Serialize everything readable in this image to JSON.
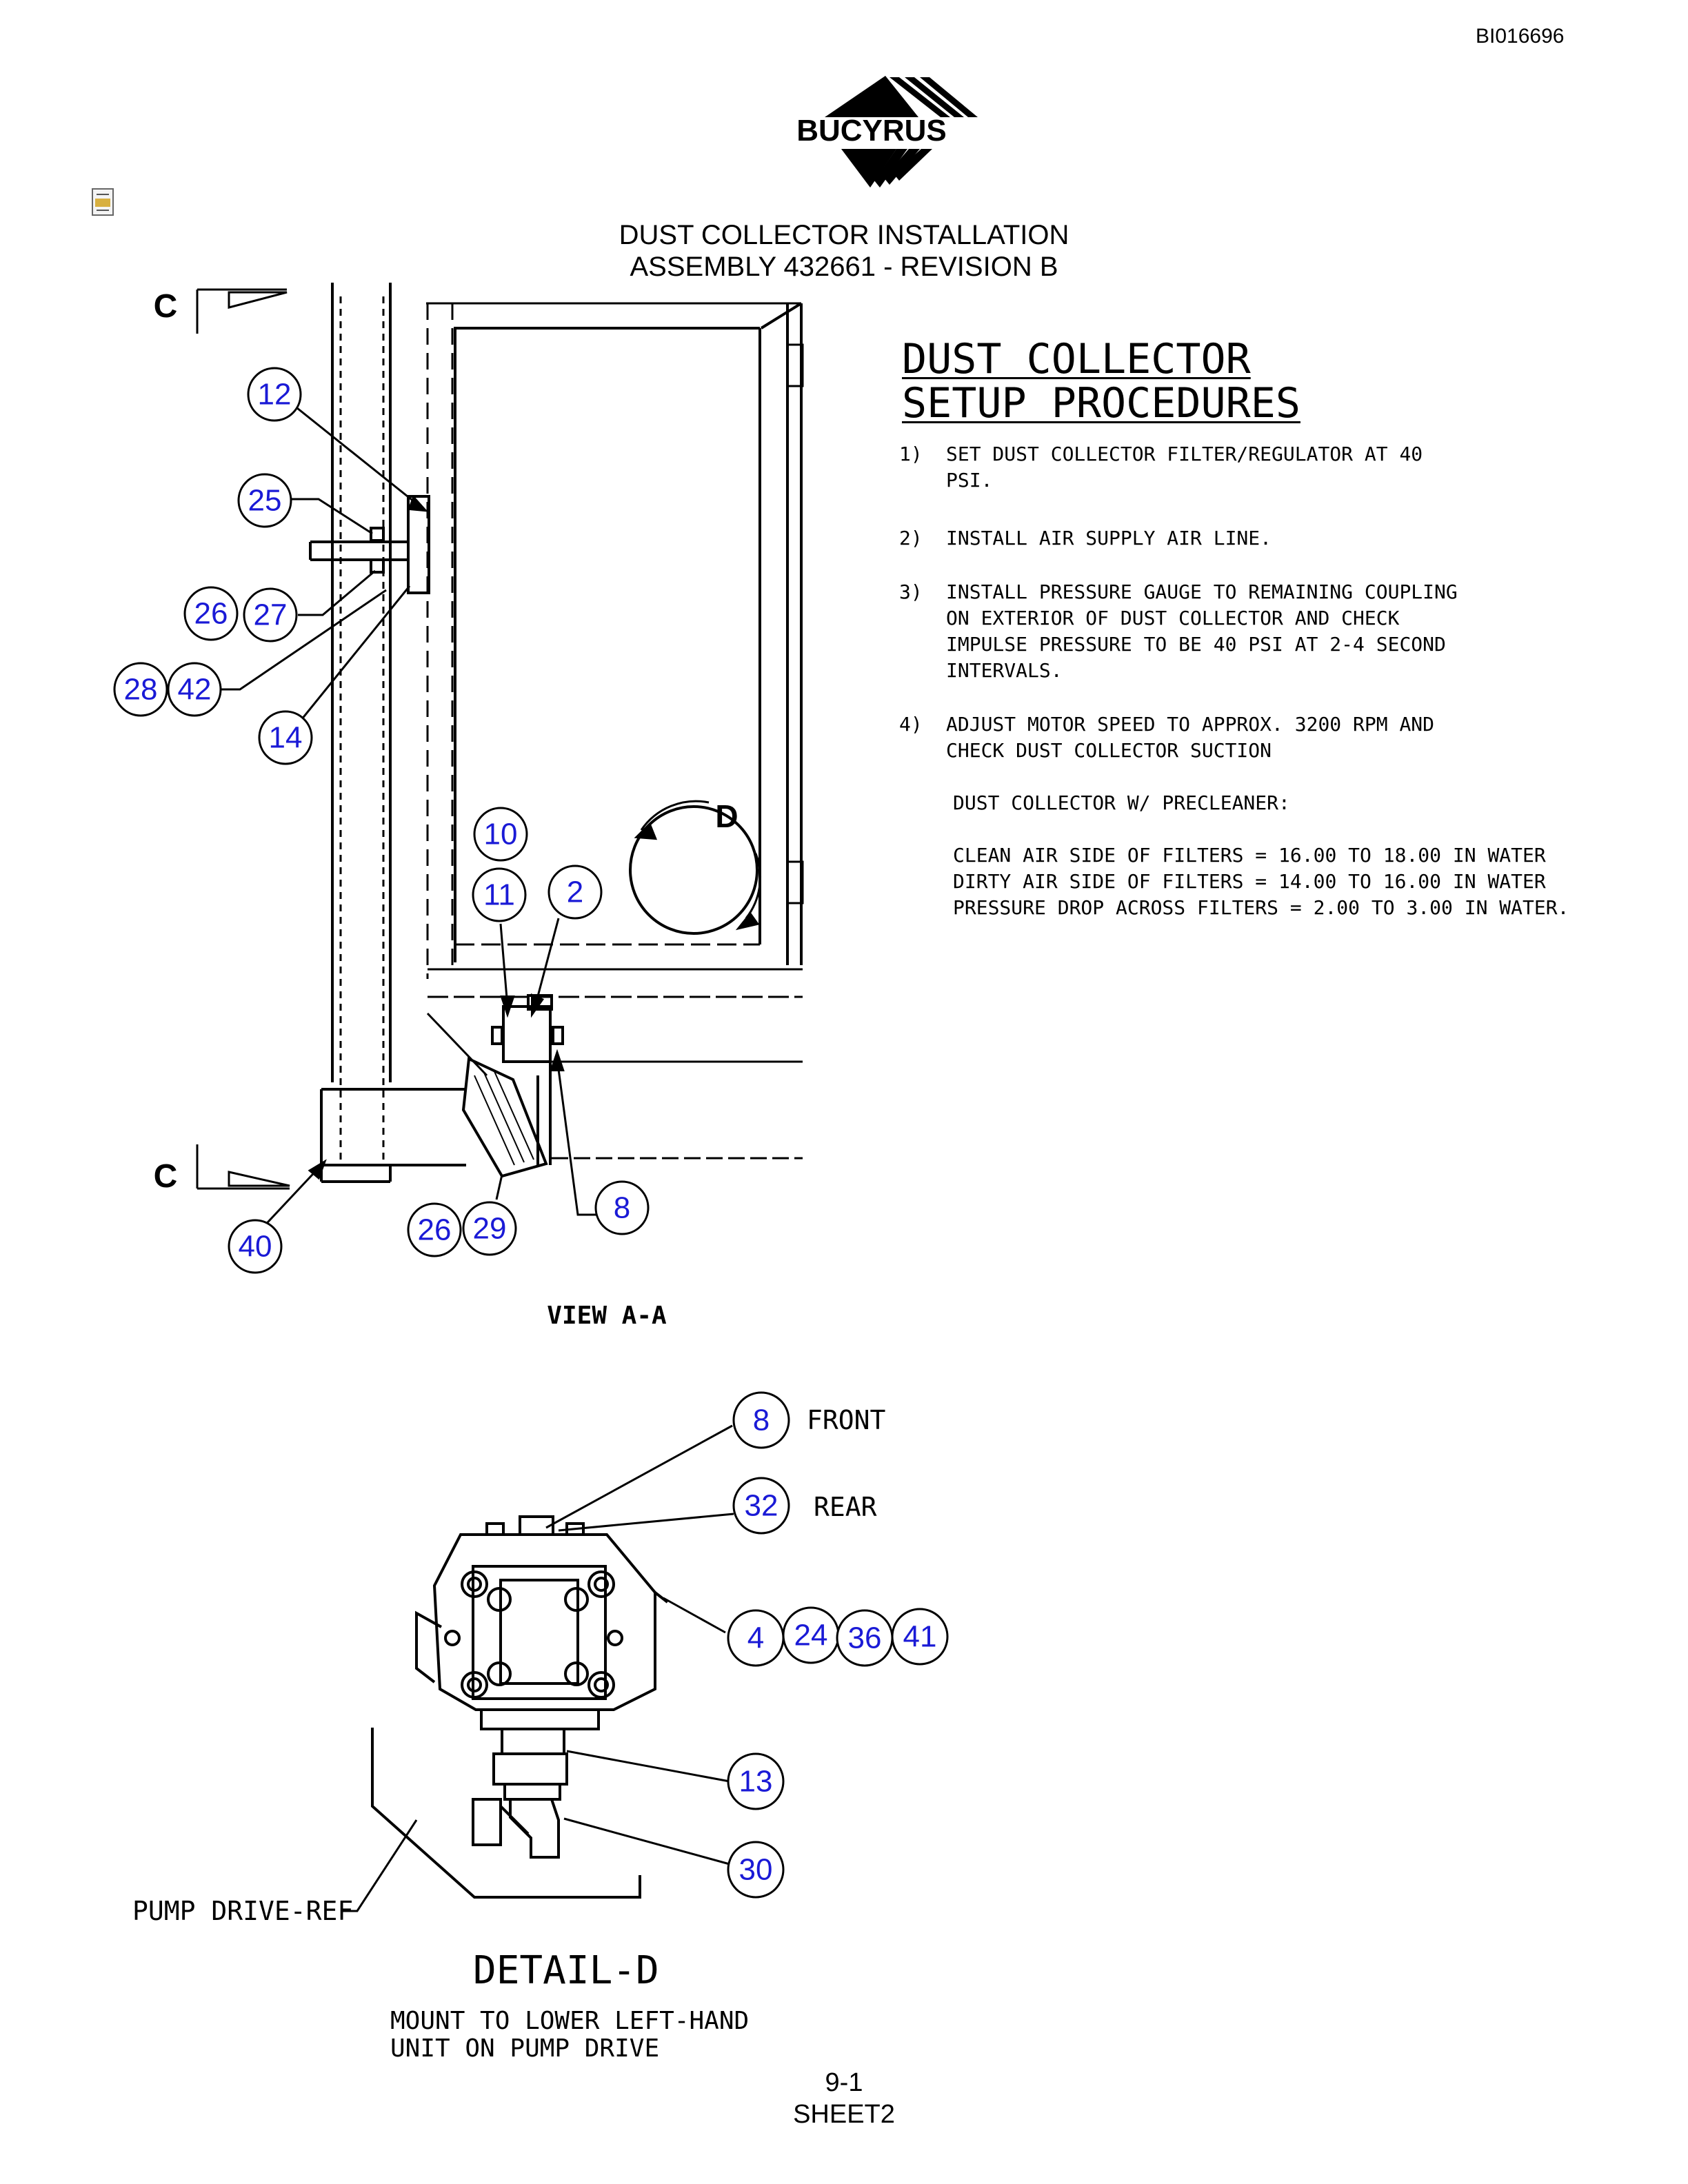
{
  "header": {
    "doc_id": "BI016696",
    "logo_text": "BUCYRUS",
    "title_line1": "DUST COLLECTOR INSTALLATION",
    "title_line2": "ASSEMBLY 432661 - REVISION B"
  },
  "procedures": {
    "heading_line1": "DUST COLLECTOR",
    "heading_line2": "SETUP PROCEDURES",
    "steps": [
      {
        "num": "1)",
        "text": "SET DUST COLLECTOR FILTER/REGULATOR AT 40 PSI."
      },
      {
        "num": "2)",
        "text": "INSTALL AIR SUPPLY AIR LINE."
      },
      {
        "num": "3)",
        "text": "INSTALL PRESSURE GAUGE TO REMAINING COUPLING ON EXTERIOR OF DUST COLLECTOR AND CHECK IMPULSE PRESSURE TO BE 40 PSI AT 2-4 SECOND INTERVALS."
      },
      {
        "num": "4)",
        "text": "ADJUST MOTOR SPEED TO APPROX. 3200 RPM AND CHECK DUST COLLECTOR SUCTION"
      }
    ],
    "precleaner_label": "DUST COLLECTOR W/ PRECLEANER:",
    "readings": [
      "CLEAN AIR SIDE OF FILTERS = 16.00 TO 18.00 IN WATER",
      "DIRTY AIR SIDE OF FILTERS = 14.00 TO 16.00 IN WATER",
      "PRESSURE DROP ACROSS FILTERS = 2.00 TO 3.00 IN WATER."
    ]
  },
  "view_aa": {
    "section_letter_top": "C",
    "section_letter_bottom": "C",
    "detail_marker": "D",
    "label": "VIEW A-A",
    "callouts": [
      "12",
      "25",
      "26",
      "27",
      "28",
      "42",
      "14",
      "10",
      "11",
      "2",
      "8",
      "40",
      "26",
      "29"
    ]
  },
  "detail_d": {
    "front_label": "FRONT",
    "rear_label": "REAR",
    "pump_drive_label": "PUMP DRIVE-REF",
    "title": "DETAIL-D",
    "note_line1": "MOUNT TO LOWER LEFT-HAND",
    "note_line2": "UNIT ON PUMP DRIVE",
    "callouts": [
      "8",
      "32",
      "4",
      "24",
      "36",
      "41",
      "13",
      "30"
    ]
  },
  "footer": {
    "page": "9-1",
    "sheet": "SHEET2"
  },
  "colors": {
    "callout_text": "#1a1ad6",
    "line": "#000000"
  },
  "icons": [
    "document-icon"
  ]
}
